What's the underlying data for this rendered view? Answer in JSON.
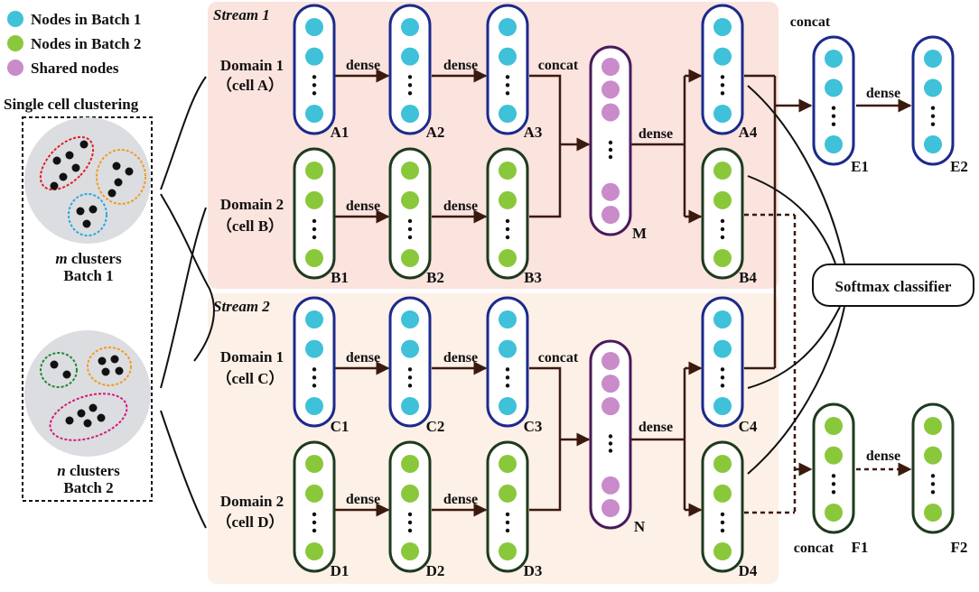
{
  "legend": [
    {
      "label": "Nodes in Batch 1",
      "color": "#3EC1D9"
    },
    {
      "label": "Nodes in Batch 2",
      "color": "#8AC83B"
    },
    {
      "label": "Shared nodes",
      "color": "#C98BC9"
    }
  ],
  "clustering": {
    "title": "Single cell clustering",
    "batch1_line1": "m clusters",
    "batch1_italic": "m",
    "batch1_rest": " clusters",
    "batch1_line2": "Batch 1",
    "batch2_italic": "n",
    "batch2_rest": " clusters",
    "batch2_line2": "Batch 2"
  },
  "streams": {
    "stream1": "Stream 1",
    "stream2": "Stream 2"
  },
  "domains": {
    "s1_d1_line1": "Domain 1",
    "s1_d1_line2": "（cell A）",
    "s1_d2_line1": "Domain 2",
    "s1_d2_line2": "（cell B）",
    "s2_d1_line1": "Domain 1",
    "s2_d1_line2": "（cell C）",
    "s2_d2_line1": "Domain 2",
    "s2_d2_line2": "（cell D）"
  },
  "edge_labels": {
    "dense": "dense",
    "concat": "concat"
  },
  "layers": {
    "A1": "A1",
    "A2": "A2",
    "A3": "A3",
    "A4": "A4",
    "B1": "B1",
    "B2": "B2",
    "B3": "B3",
    "B4": "B4",
    "C1": "C1",
    "C2": "C2",
    "C3": "C3",
    "C4": "C4",
    "D1": "D1",
    "D2": "D2",
    "D3": "D3",
    "D4": "D4",
    "M": "M",
    "N": "N",
    "E1": "E1",
    "E2": "E2",
    "F1": "F1",
    "F2": "F2"
  },
  "classifier": "Softmax classifier",
  "colors": {
    "batch1_border": "#1B2A8C",
    "batch2_border": "#1E3A1E",
    "shared_border": "#4A1A5C",
    "stream1_bg": "#FBE3DE",
    "stream2_bg": "#FDF0E6",
    "arrow": "#3B1A0E"
  }
}
